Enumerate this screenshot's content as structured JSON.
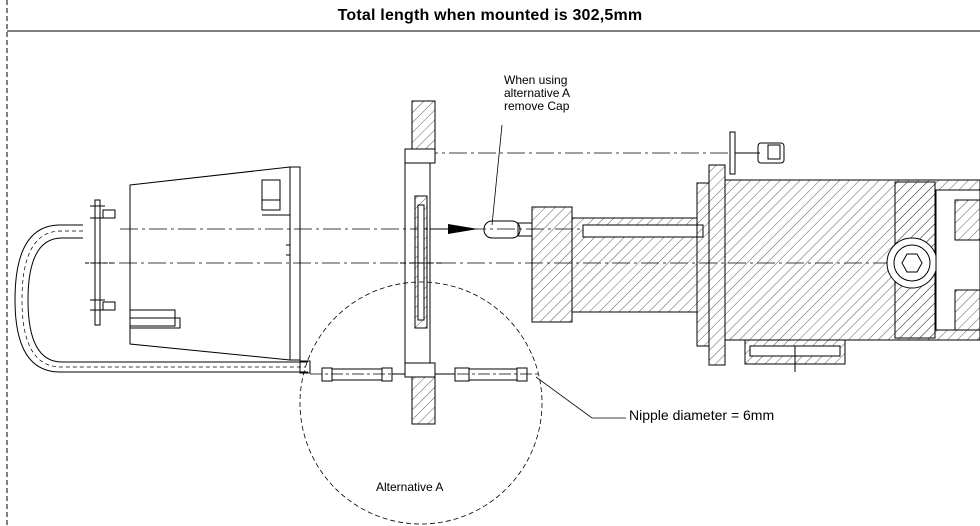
{
  "drawing": {
    "title": "Total length when mounted is 302,5mm",
    "callouts": {
      "cap_note_line1": "When using",
      "cap_note_line2": "alternative A",
      "cap_note_line3": "remove Cap",
      "nipple_note": "Nipple diameter = 6mm",
      "detail_label": "Alternative A"
    }
  }
}
